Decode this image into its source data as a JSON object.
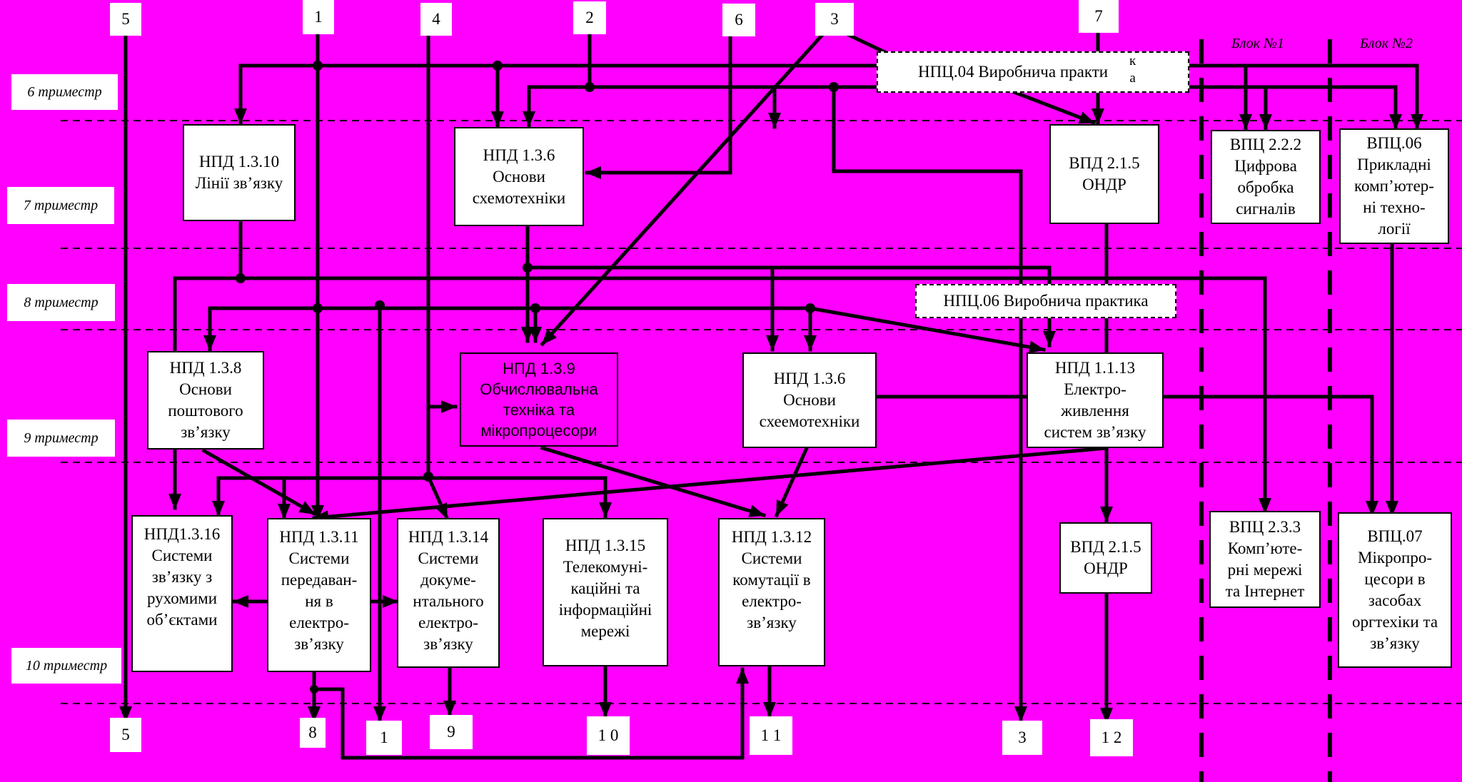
{
  "terms": [
    "6   триместр",
    "7 триместр",
    "8 триместр",
    "9  триместр",
    "10  триместр"
  ],
  "blocks": [
    "Блок №1",
    "Блок №2"
  ],
  "top_tags": [
    "5",
    "1",
    "4",
    "2",
    "6",
    "3",
    "7"
  ],
  "bottom_tags": [
    "5",
    "8",
    "1",
    "9",
    "1\n0",
    "1\n1",
    "3",
    "1\n2"
  ],
  "practices": {
    "p1": "НПЦ.04 Виробнича практи",
    "p1_suffix": "к\nа",
    "p2": "НПЦ.06 Виробнича практика"
  },
  "boxes": {
    "b1": "НПД 1.3.10\nЛінії зв’язку",
    "b2": "НПД 1.3.6\nОснови\nсхемотехніки",
    "b3": "ВПД 2.1.5\nОНДР",
    "b4": "ВПЦ 2.2.2\nЦифрова\nобробка\nсигналів",
    "b5": "ВПЦ.06\nПрикладні\nкомп’ютер-\nні техно-\nлогії",
    "b6": "НПД 1.3.8\nОснови\nпоштового\nзв’язку",
    "b7": "НПД 1.3.9\nОбчислювальна\nтехніка та\nмікропроцесори",
    "b8": "НПД 1.3.6\nОснови\nсхеемотехніки",
    "b9": "НПД 1.1.13\nЕлектро-\nживлення\nсистем зв’язку",
    "b10": "НПД1.3.16\nСистеми\nзв’язку з\nрухомими\nоб’єктами",
    "b11": "НПД 1.3.11\nСистеми\nпередаван-\nня в\nелектро-\nзв’язку",
    "b12": "НПД 1.3.14\nСистеми\nдокуме-\nнтального\nелектро-\nзв’язку",
    "b13": "НПД 1.3.15\nТелекомуні-\nкаційні та\nінформаційні\nмережі",
    "b14": "НПД 1.3.12\nСистеми\nкомутації в\nелектро-\nзв’язку",
    "b15": "ВПД 2.1.5\nОНДР",
    "b16": "ВПЦ 2.3.3\nКомп’юте-\nрні мережі\nта Інтернет",
    "b17": "ВПЦ.07\nМікропро-\nцесори в\nзасобах\nоргтехіки та\nзв’язку"
  }
}
